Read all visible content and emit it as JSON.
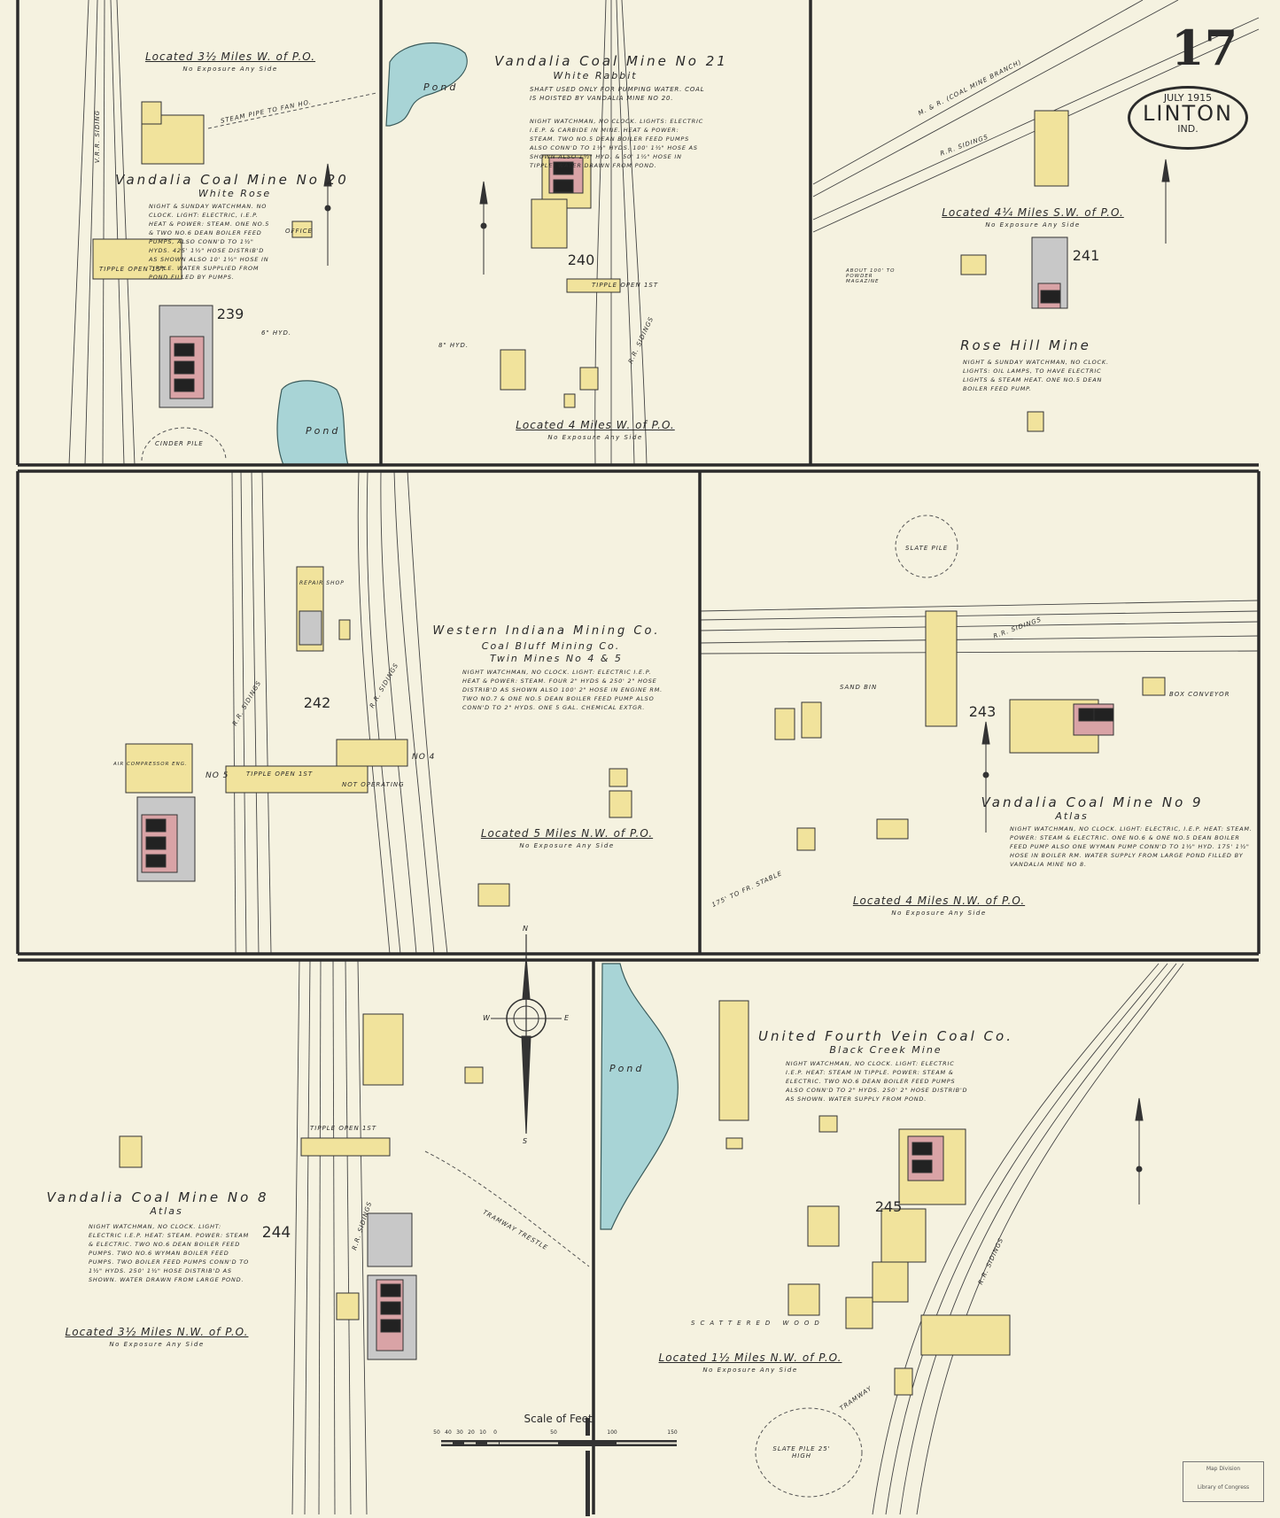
{
  "sheet": {
    "number": "17",
    "date": "JULY 1915",
    "city": "LINTON",
    "state": "IND."
  },
  "colors": {
    "paper": "#f5f2e0",
    "frame": "#2b2b2b",
    "frame_building": "#f1e39c",
    "water": "#a8d4d6",
    "boiler_brick": "#d9a3a6"
  },
  "panels": {
    "mine20": {
      "location": "Located 3½ Miles W. of P.O.",
      "exposure": "No Exposure Any Side",
      "title": "Vandalia Coal Mine No 20",
      "subtitle": "White Rose",
      "notes": "Night & Sunday watchman. No clock. Light: Electric, I.E.P. Heat & power: Steam. One No.5 & two No.6 Dean boiler feed pumps, also conn'd to 1½\" hyds. 425' 1½\" hose distrib'd as shown also 10' 1½\" hose in tipple. Water supplied from pond filled by pumps.",
      "number": "239",
      "labels": {
        "steam_pipe": "Steam pipe to Fan Ho.",
        "tipple": "Tipple Open 1st",
        "siding": "V.R.R. Siding",
        "office": "Office",
        "cinder": "Cinder Pile",
        "pond": "Pond",
        "hyd": "6\" Hyd."
      }
    },
    "mine21": {
      "title": "Vandalia Coal Mine No 21",
      "subtitle": "White Rabbit",
      "desc": "Shaft used only for pumping water. Coal is hoisted by Vandalia Mine No 20.",
      "notes": "Night watchman, no clock. Lights: Electric I.E.P. & carbide in mine. Heat & power: Steam. Two No.5 Dean boiler feed pumps also conn'd to 1½\" hyds. 100' 1½\" hose as shown also 1½\" hyd. & 50' 1½\" hose in tipple. Water drawn from pond.",
      "number": "240",
      "location": "Located 4 Miles W. of P.O.",
      "exposure": "No Exposure Any Side",
      "labels": {
        "pond": "Pond",
        "tipple": "Tipple Open 1st",
        "siding": "R.R. Sidings",
        "hyd": "8\" Hyd."
      }
    },
    "rosehill": {
      "location": "Located 4¼ Miles S.W. of P.O.",
      "exposure": "No Exposure Any Side",
      "number": "241",
      "title": "Rose Hill Mine",
      "notes": "Night & Sunday watchman, no clock. Lights: Oil lamps, to have electric lights & steam heat. One No.5 Dean boiler feed pump.",
      "labels": {
        "branch": "M. & R. (Coal Mine Branch)",
        "siding": "R.R. Sidings",
        "powder": "About 100' to Powder Magazine"
      }
    },
    "twinmines": {
      "number": "242",
      "title": "Western Indiana Mining Co.",
      "subtitle": "Coal Bluff Mining Co.",
      "subtitle2": "Twin Mines No 4 & 5",
      "notes": "Night watchman, no clock. Light: Electric I.E.P. Heat & power: Steam. Four 2\" hyds & 250' 2\" hose distrib'd as shown also 100' 2\" hose in engine rm. Two No.7 & one No.5 Dean boiler feed pump also conn'd to 2\" hyds. One 5 gal. chemical extgr.",
      "location": "Located 5 Miles N.W. of P.O.",
      "exposure": "No Exposure Any Side",
      "labels": {
        "no4": "No 4",
        "no5": "No 5",
        "not_operating": "Not Operating",
        "tipple": "Tipple Open 1st",
        "siding_a": "R.R. Sidings",
        "siding_b": "R.R. Sidings",
        "repair": "Repair Shop",
        "compressor": "Air Compressor Eng."
      }
    },
    "mine9": {
      "number": "243",
      "title": "Vandalia Coal Mine No 9",
      "subtitle": "Atlas",
      "notes": "Night watchman, no clock. Light: Electric, I.E.P. Heat: Steam. Power: Steam & electric. One No.6 & one No.5 Dean boiler feed pump also one Wyman pump conn'd to 1½\" hyd. 175' 1½\" hose in boiler rm. Water supply from large pond filled by Vandalia Mine No 8.",
      "location": "Located 4 Miles N.W. of P.O.",
      "exposure": "No Exposure Any Side",
      "labels": {
        "slate": "Slate Pile",
        "siding": "R.R. Sidings",
        "conveyor": "Box Conveyor",
        "stable": "175' to Fr. Stable",
        "sand": "Sand Bin"
      }
    },
    "mine8": {
      "title": "Vandalia Coal Mine No 8",
      "subtitle": "Atlas",
      "notes": "Night watchman, no clock. Light: Electric I.E.P. Heat: Steam. Power: Steam & electric. Two No.6 Dean boiler feed pumps. Two No.6 Wyman boiler feed pumps. Two boiler feed pumps conn'd to 1½\" hyds. 250' 1½\" hose distrib'd as shown. Water drawn from large pond.",
      "number": "244",
      "location": "Located 3½ Miles N.W. of P.O.",
      "exposure": "No Exposure Any Side",
      "labels": {
        "siding": "R.R. Sidings",
        "tramway": "Tramway Trestle",
        "tipple": "Tipple Open 1st"
      }
    },
    "blackcreek": {
      "title": "United Fourth Vein Coal Co.",
      "subtitle": "Black Creek Mine",
      "notes": "Night watchman, no clock. Light: Electric I.E.P. Heat: Steam in tipple. Power: Steam & electric. Two No.6 Dean boiler feed pumps also conn'd to 2\" hyds. 250' 2\" hose distrib'd as shown. Water supply from pond.",
      "number": "245",
      "location": "Located 1½ Miles N.W. of P.O.",
      "exposure": "No Exposure Any Side",
      "labels": {
        "pond": "Pond",
        "wood": "Scattered Wood",
        "slate": "Slate Pile 25' High",
        "siding": "R.R. Sidings",
        "tramway": "Tramway"
      }
    }
  },
  "scale": {
    "title": "Scale of Feet.",
    "ticks": [
      "50",
      "40",
      "30",
      "20",
      "10",
      "0",
      "50",
      "100",
      "150"
    ]
  },
  "compass": {
    "north": "N",
    "south": "S",
    "east": "E",
    "west": "W"
  },
  "stamp": {
    "line1": "Map Division",
    "line2": "Library of Congress"
  }
}
